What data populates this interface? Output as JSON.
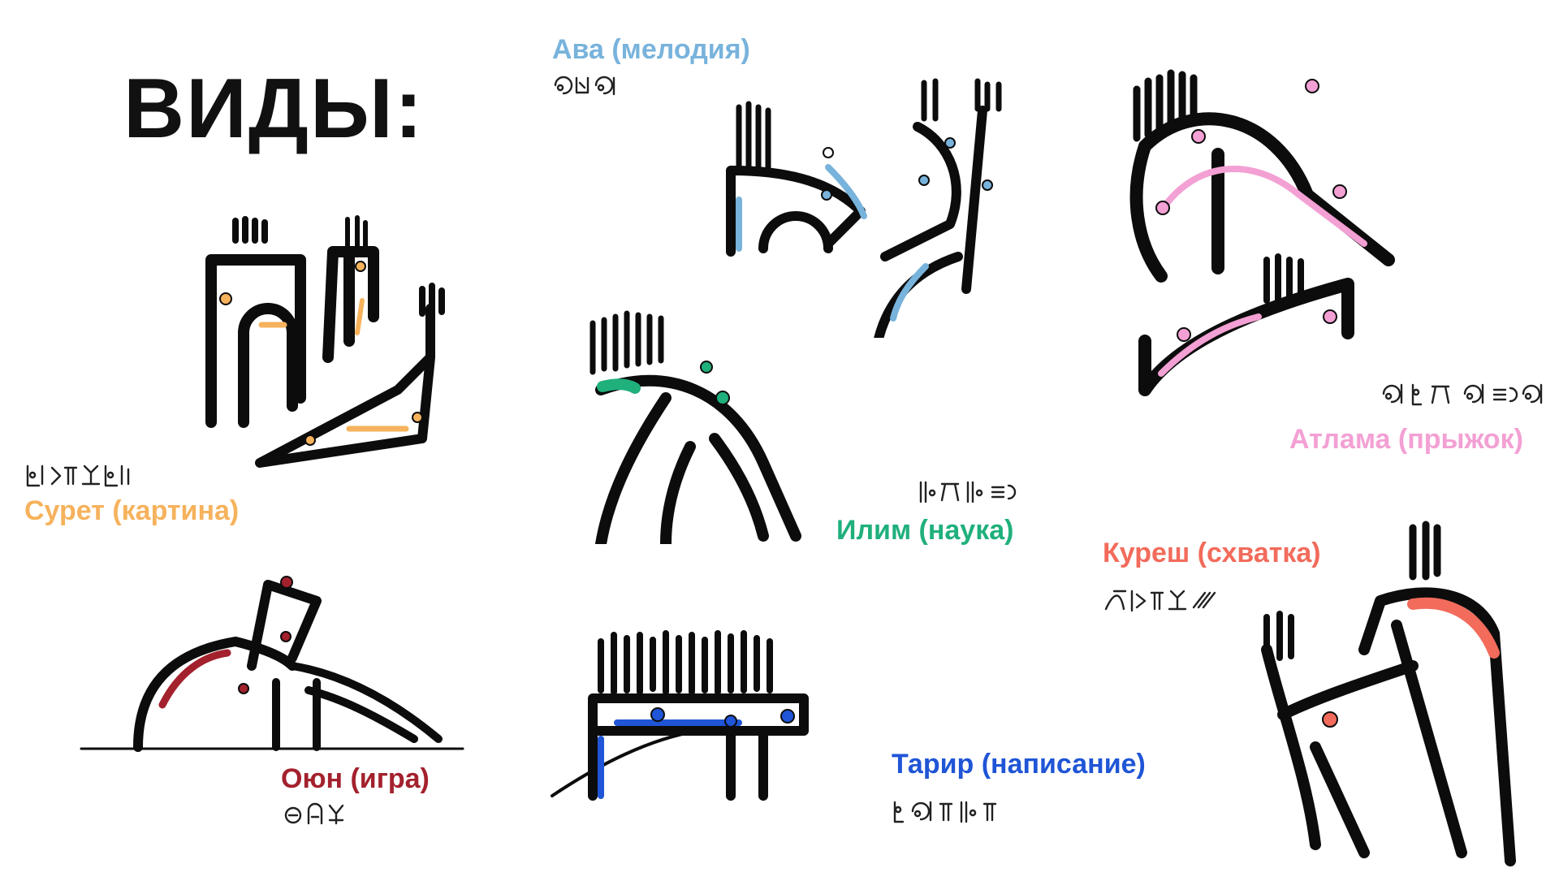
{
  "heading": "ВИДЫ:",
  "colors": {
    "title": "#111111",
    "glyph": "#222222",
    "ink": "#0c0c0c",
    "suret": "#f6b25c",
    "ava": "#78b3dc",
    "atlama": "#f3a0d4",
    "ilim": "#1fb07c",
    "kuresh": "#f26b5b",
    "oyun": "#a3212d",
    "tarir": "#1f55d6"
  },
  "items": [
    {
      "key": "suret",
      "label": "Сурет (картина)",
      "icon": "suret-figure-icon"
    },
    {
      "key": "ava",
      "label": "Ава (мелодия)",
      "icon": "ava-figure-icon"
    },
    {
      "key": "atlama",
      "label": "Атлама (прыжок)",
      "icon": "atlama-figure-icon"
    },
    {
      "key": "ilim",
      "label": "Илим (наука)",
      "icon": "ilim-figure-icon"
    },
    {
      "key": "kuresh",
      "label": "Куреш (схватка)",
      "icon": "kuresh-figure-icon"
    },
    {
      "key": "oyun",
      "label": "Оюн  (игра)",
      "icon": "oyun-figure-icon"
    },
    {
      "key": "tarir",
      "label": "Тарир (написание)",
      "icon": "tarir-figure-icon"
    }
  ]
}
